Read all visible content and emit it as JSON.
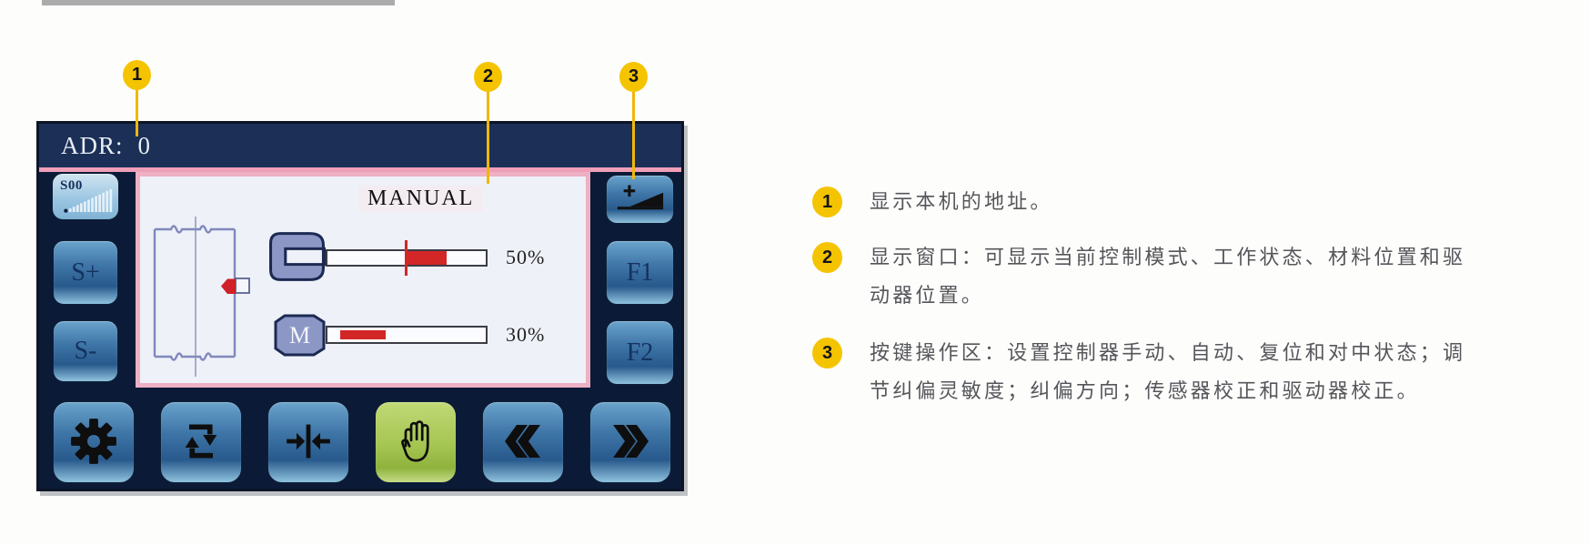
{
  "callouts": {
    "accent_color": "#f5c400",
    "markers": [
      {
        "label": "1",
        "target": "address-bar"
      },
      {
        "label": "2",
        "target": "display-window"
      },
      {
        "label": "3",
        "target": "key-operation-area"
      }
    ],
    "notes": [
      {
        "number": "1",
        "lines": [
          "显示本机的地址。"
        ]
      },
      {
        "number": "2",
        "lines": [
          "显示窗口：可显示当前控制模式、工作状态、材料位置和驱",
          "动器位置。"
        ]
      },
      {
        "number": "3",
        "lines": [
          "按键操作区：设置控制器手动、自动、复位和对中状态；调",
          "节纠偏灵敏度；纠偏方向；传感器校正和驱动器校正。"
        ]
      }
    ]
  },
  "device": {
    "header": {
      "label": "ADR:",
      "value": "0"
    },
    "display": {
      "mode_label": "MANUAL",
      "web_diagram": {
        "icon": "web-material-icon",
        "marker_icon": "red-position-marker"
      },
      "sensor_gauge": {
        "icon": "sensor-fork-icon",
        "percent_label": "50%",
        "value_percent": 50,
        "marker_percent": 50,
        "fill_start_percent": 50,
        "fill_end_percent": 75
      },
      "drive_gauge": {
        "icon": "motor-icon",
        "motor_letter": "M",
        "percent_label": "30%",
        "value_percent": 30,
        "fill_start_percent": 8,
        "fill_end_percent": 37
      }
    },
    "side_buttons_left": [
      {
        "id": "sensitivity",
        "label": "S00",
        "icon": "sensitivity-ramp-icon"
      },
      {
        "id": "sensitivity-plus",
        "label": "S+"
      },
      {
        "id": "sensitivity-minus",
        "label": "S-"
      }
    ],
    "side_buttons_right": [
      {
        "id": "direction",
        "label": "",
        "icon": "plus-ramp-icon"
      },
      {
        "id": "f1",
        "label": "F1"
      },
      {
        "id": "f2",
        "label": "F2"
      }
    ],
    "bottom_buttons": [
      {
        "id": "settings",
        "icon": "gear-icon"
      },
      {
        "id": "auto-cycle",
        "icon": "cycle-arrows-icon"
      },
      {
        "id": "centering",
        "icon": "center-align-icon"
      },
      {
        "id": "manual-mode",
        "icon": "hand-icon",
        "active": true
      },
      {
        "id": "jog-left",
        "icon": "double-chevron-left-icon"
      },
      {
        "id": "jog-right",
        "icon": "double-chevron-right-icon"
      }
    ],
    "colors": {
      "screen_bg": "#0b1a36",
      "header_bg": "#1b2f57",
      "panel_border": "#eeb0c4",
      "panel_bg": "#eef1f8",
      "button_blue": "#3f76a8",
      "active_green": "#a5c551",
      "alert_red": "#d22627",
      "icon_periwinkle": "#8d97c6",
      "callout_yellow": "#f5c400"
    }
  }
}
